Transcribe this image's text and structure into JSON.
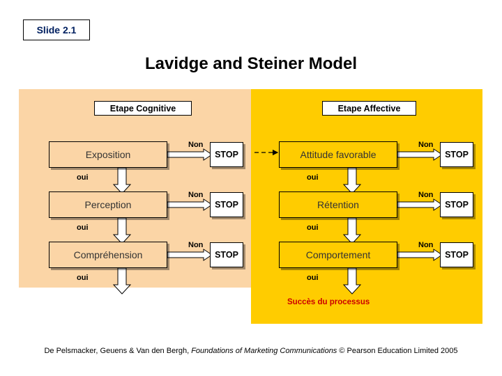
{
  "slide": {
    "tag": "Slide 2.1",
    "title": "Lavidge and Steiner Model"
  },
  "diagram": {
    "stages": [
      {
        "label": "Etape Cognitive",
        "color": "#fbd5a6"
      },
      {
        "label": "Etape Affective",
        "color": "#ffcc00"
      }
    ],
    "cognitive_steps": [
      {
        "label": "Exposition",
        "no_label": "Non",
        "stop_label": "STOP",
        "yes_label": "oui"
      },
      {
        "label": "Perception",
        "no_label": "Non",
        "stop_label": "STOP",
        "yes_label": "oui"
      },
      {
        "label": "Compréhension",
        "no_label": "Non",
        "stop_label": "STOP",
        "yes_label": "oui"
      }
    ],
    "affective_steps": [
      {
        "label": "Attitude favorable",
        "no_label": "Non",
        "stop_label": "STOP",
        "yes_label": "oui"
      },
      {
        "label": "Rétention",
        "no_label": "Non",
        "stop_label": "STOP",
        "yes_label": "oui"
      },
      {
        "label": "Comportement",
        "no_label": "Non",
        "stop_label": "STOP",
        "yes_label": "oui"
      }
    ],
    "outcome": "Succès du processus"
  },
  "footer": {
    "authors": "De Pelsmacker, Geuens & Van den Bergh, ",
    "book": "Foundations of Marketing Communications",
    "copyright": " © Pearson Education Limited 2005"
  }
}
